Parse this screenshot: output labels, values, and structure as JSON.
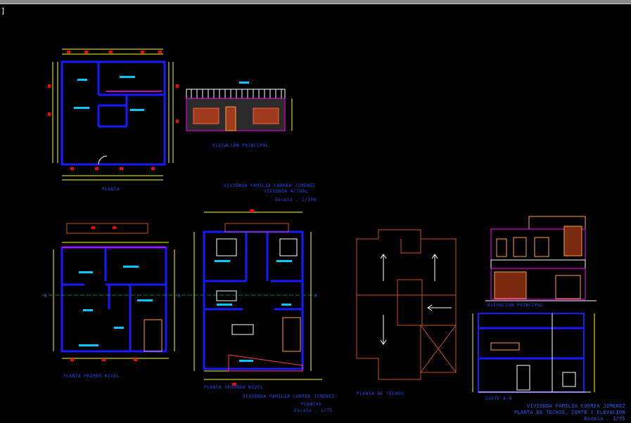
{
  "cursor_text": "]",
  "labels": {
    "planta": "PLANTA",
    "elevacion_principal_1": "ELEVACIÓN PRINCIPAL",
    "title_block_1": {
      "project": "VIVIENDA FAMILIA CORREA JIMENEZ",
      "subtitle": "VIVIENDA ACTUAL",
      "scale": "Escala . 1/100"
    },
    "planta_primer_nivel": "PLANTA PRIMER NIVEL",
    "planta_segundo_nivel": "PLANTA SEGUNDO NIVEL",
    "title_block_2": {
      "project": "VIVIENDA FAMILIA CORREA JIMENEZ",
      "subtitle": "PLANTAS",
      "scale": "Escala . 1/75"
    },
    "planta_de_techos": "PLANTA DE TECHOS",
    "elevacion_principal_2": "ELEVACION PRINCIPAL",
    "corte_aa": "CORTE A-A",
    "title_block_3": {
      "project": "VIVIENDA FAMILIA CORREA JIMENEZ",
      "subtitle": "PLANTA DE TECHOS, CORTE Y ELEVACION",
      "scale": "Escala . 1/75"
    },
    "section_marker_a": "A"
  },
  "colors": {
    "background": "#000000",
    "walls": "#1a1aff",
    "dimensions": "#ffff00",
    "text": "#1f4fff",
    "markers": "#ff0000",
    "roof": "#c8501e"
  }
}
